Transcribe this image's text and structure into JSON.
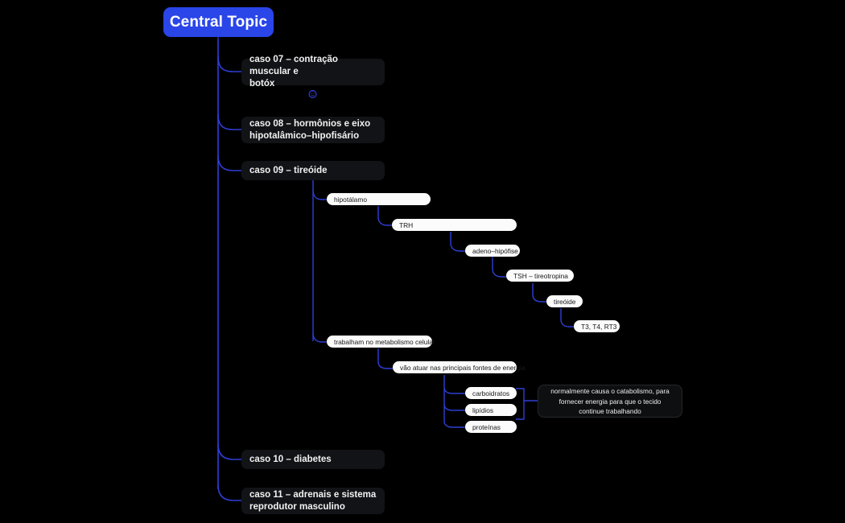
{
  "app": {
    "type": "mindmap",
    "background_color": "#000000",
    "accent_color": "#2a45e8",
    "connector_color": "#2f3fd6"
  },
  "root": {
    "label": "Central Topic",
    "color": "#2a45e8",
    "text_color": "#ffffff"
  },
  "topics": [
    {
      "id": "caso07",
      "label": "caso 07 – contração muscular e botóx",
      "style": "dark",
      "badge": "emoji-badge-icon"
    },
    {
      "id": "caso08",
      "label": "caso 08 – hormônios e eixo hipotalâmico–hipofisário",
      "style": "dark"
    },
    {
      "id": "caso09",
      "label": "caso 09 – tireóide",
      "style": "dark"
    },
    {
      "id": "caso10",
      "label": "caso 10 – diabetes",
      "style": "dark"
    },
    {
      "id": "caso11",
      "label": "caso 11 – adrenais e sistema reprodutor masculino",
      "style": "dark"
    }
  ],
  "branch_axis": {
    "label": "hipotálamo",
    "chain": [
      {
        "id": "hipotalamo",
        "label": "hipotálamo"
      },
      {
        "id": "trh",
        "label": "TRH"
      },
      {
        "id": "adeno",
        "label": "adeno–hipófise"
      },
      {
        "id": "tsh",
        "label": "TSH – tireotropina"
      },
      {
        "id": "tireoide",
        "label": "tireóide"
      },
      {
        "id": "hormonios",
        "label": "T3, T4, RT3"
      }
    ]
  },
  "branch_metabolism": {
    "root_label": "trabalham no metabolismo celular",
    "sub_label": "vão atuar nas principais fontes de energia",
    "energy_sources": [
      {
        "id": "carboidratos",
        "label": "carboidratos"
      },
      {
        "id": "lipidios",
        "label": "lipídios"
      },
      {
        "id": "proteinas",
        "label": "proteínas"
      }
    ],
    "note": "normalmente causa o catabolismo, para fornecer energia para que o tecido continue trabalhando"
  },
  "labels": {
    "caso07_line1": "caso 07 – contração muscular e",
    "caso07_line2": "botóx",
    "caso08_line1": "caso 08 – hormônios e eixo",
    "caso08_line2": "hipotalâmico–hipofisário",
    "caso09_line1": "caso 09 – tireóide",
    "caso10_line1": "caso 10 – diabetes",
    "caso11_line1": "caso 11 – adrenais e sistema",
    "caso11_line2": "reprodutor masculino"
  }
}
